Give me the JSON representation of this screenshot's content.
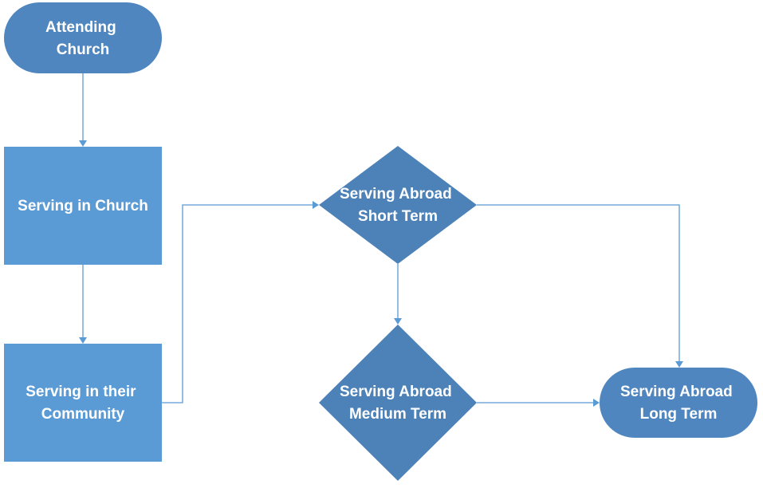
{
  "colors": {
    "terminal_fill": "#4f86bf",
    "process_fill": "#5b9bd5",
    "decision_fill": "#4d82b8",
    "connector": "#5b9bd5",
    "text": "#ffffff"
  },
  "nodes": {
    "attending_church": {
      "shape": "terminal",
      "lines": [
        "Attending",
        "Church"
      ]
    },
    "serving_in_church": {
      "shape": "process",
      "lines": [
        "Serving in Church"
      ]
    },
    "serving_in_community": {
      "shape": "process",
      "lines": [
        "Serving in their",
        "Community"
      ]
    },
    "serving_abroad_short": {
      "shape": "decision",
      "lines": [
        "Serving Abroad",
        "Short Term"
      ]
    },
    "serving_abroad_medium": {
      "shape": "decision",
      "lines": [
        "Serving Abroad",
        "Medium Term"
      ]
    },
    "serving_abroad_long": {
      "shape": "terminal",
      "lines": [
        "Serving Abroad",
        "Long Term"
      ]
    }
  },
  "edges": [
    {
      "from": "attending_church",
      "to": "serving_in_church"
    },
    {
      "from": "serving_in_church",
      "to": "serving_in_community"
    },
    {
      "from": "serving_in_community",
      "to": "serving_abroad_short"
    },
    {
      "from": "serving_abroad_short",
      "to": "serving_abroad_medium"
    },
    {
      "from": "serving_abroad_short",
      "to": "serving_abroad_long"
    },
    {
      "from": "serving_abroad_medium",
      "to": "serving_abroad_long"
    }
  ]
}
